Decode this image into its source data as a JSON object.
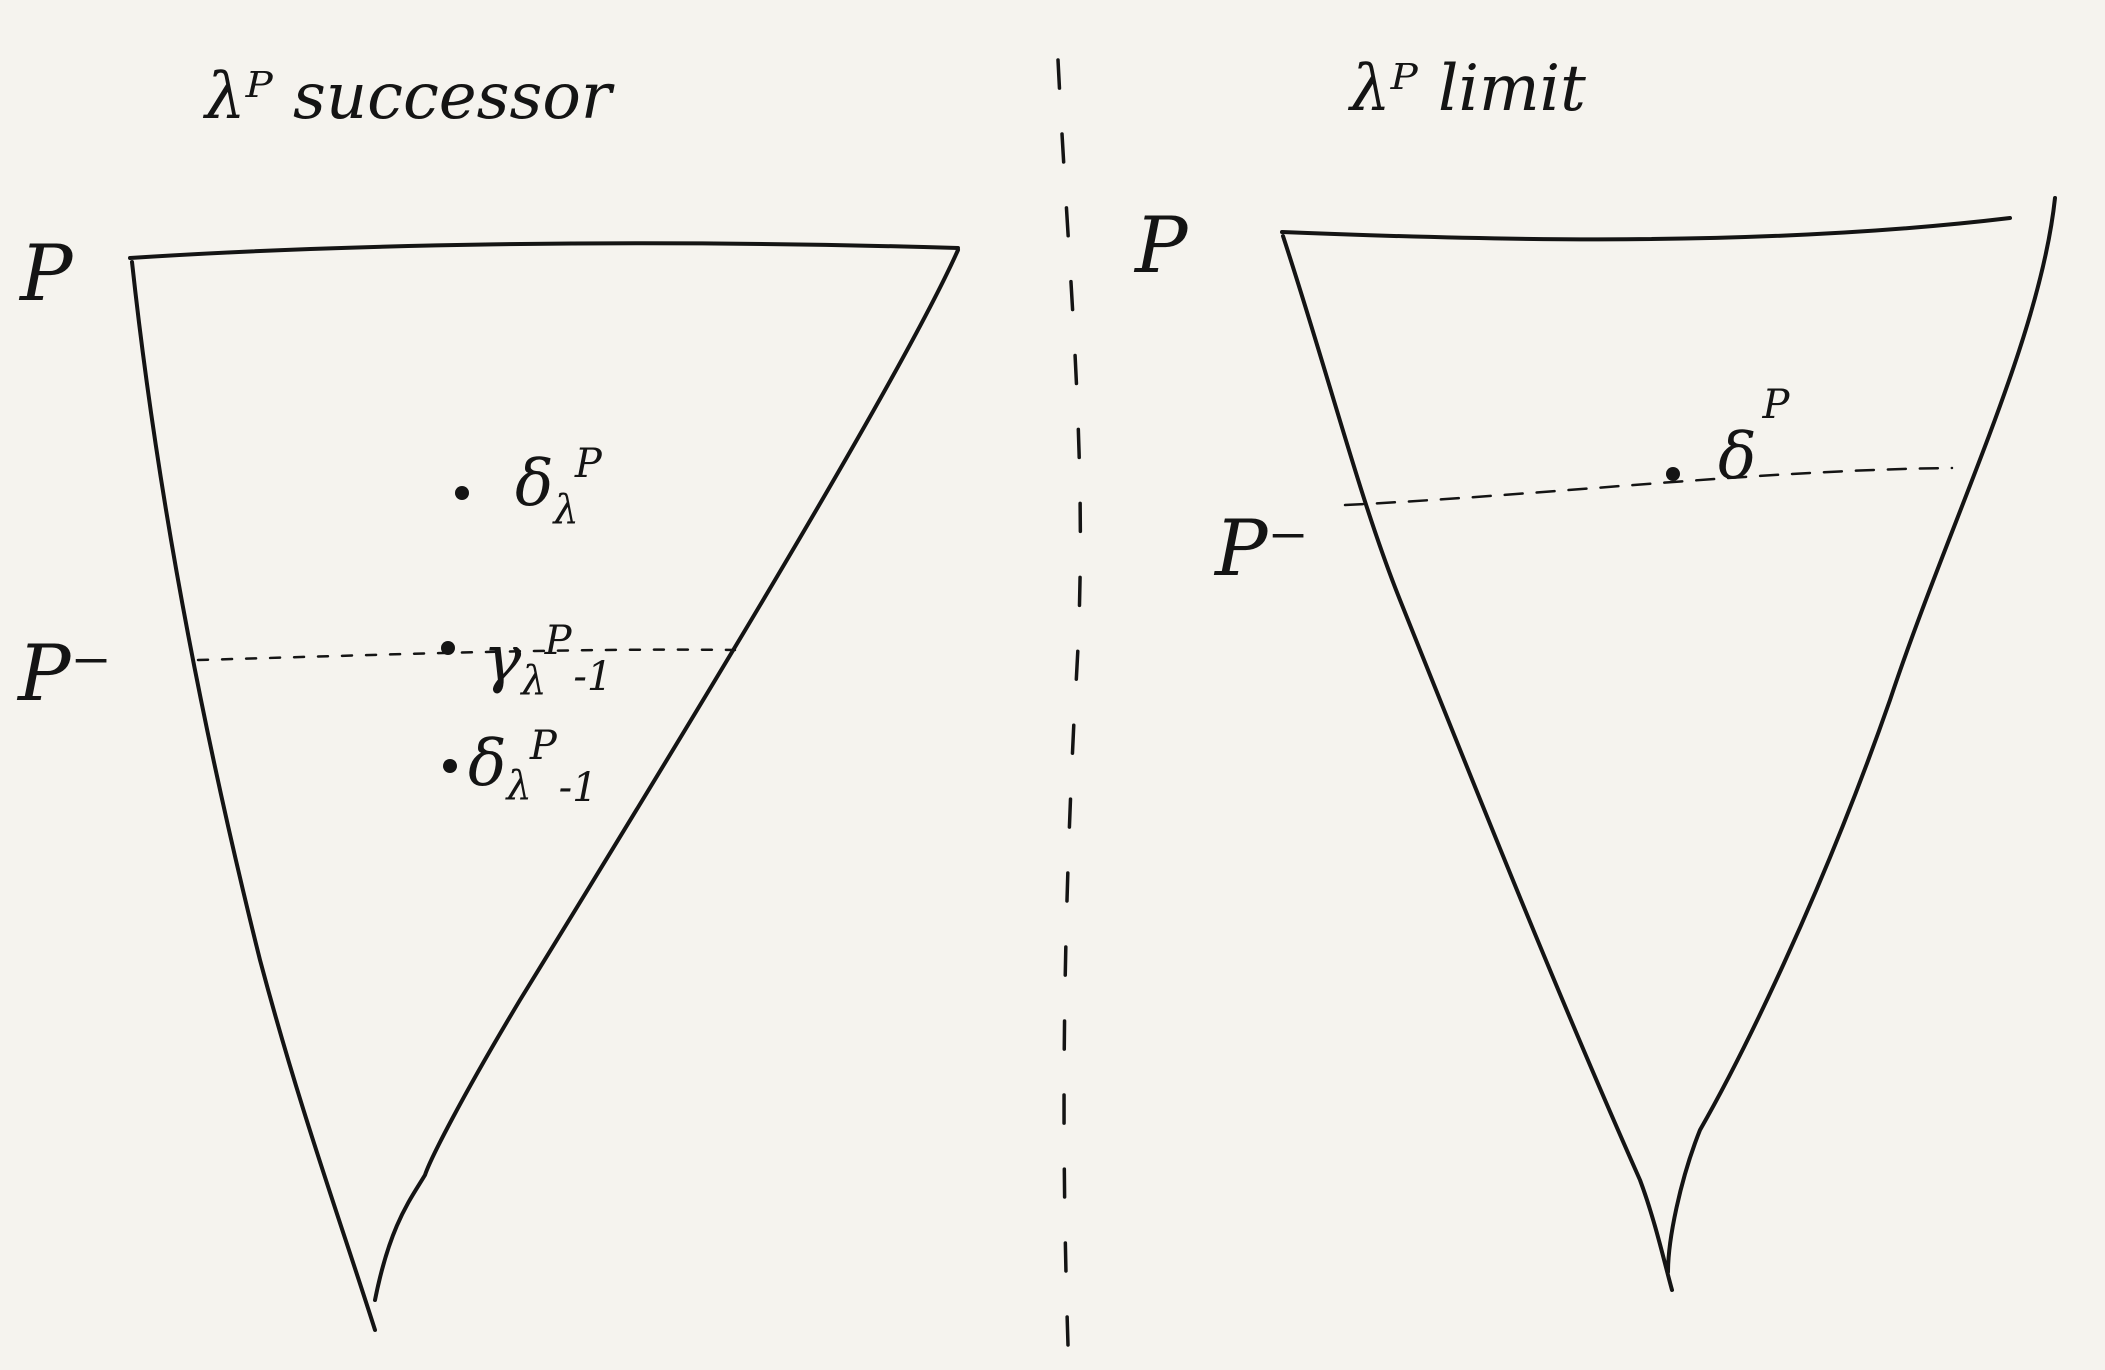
{
  "panels": [
    {
      "id": "successor",
      "title": "λᴾ successor",
      "labels": {
        "top": "P",
        "cut": "P⁻"
      },
      "points": [
        {
          "id": "delta-lambda",
          "label": "δ",
          "sub": "λ",
          "sup": "P"
        },
        {
          "id": "gamma-lambda-minus-1",
          "label": "γ",
          "sub": "λ",
          "sup": "P",
          "tail": "-1"
        },
        {
          "id": "delta-lambda-minus-1",
          "label": "δ",
          "sub": "λ",
          "sup": "P",
          "tail": "-1"
        }
      ]
    },
    {
      "id": "limit",
      "title": "λᴾ limit",
      "labels": {
        "top": "P",
        "cut": "P⁻"
      },
      "points": [
        {
          "id": "delta-p",
          "label": "δ",
          "sup": "P"
        }
      ]
    }
  ],
  "colors": {
    "ink": "#141414",
    "paper": "#f5f3ee"
  }
}
